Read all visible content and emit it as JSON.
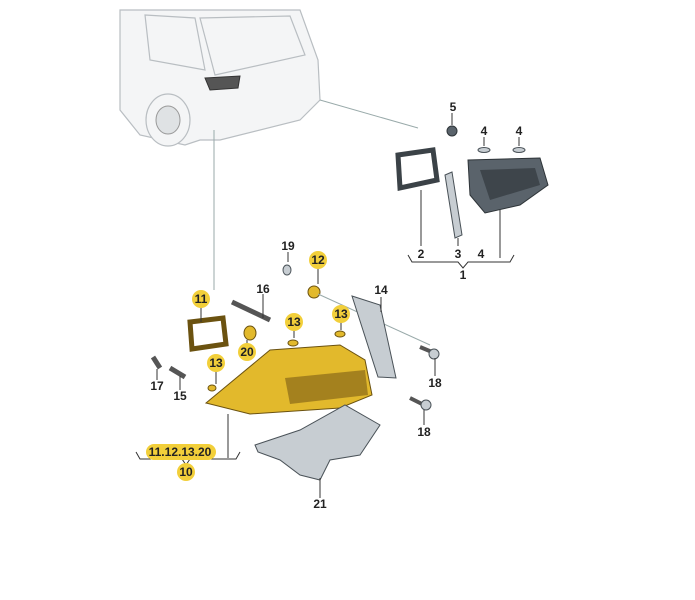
{
  "diagram": {
    "title": "Rear light assembly exploded parts diagram",
    "colors": {
      "highlight": "#f2cf3a",
      "lamp": "#e2b92c",
      "part": "#c7cdd2"
    },
    "labels": {
      "p5": "5",
      "p4a": "4",
      "p4b": "4",
      "p2": "2",
      "p3": "3",
      "p4c": "4",
      "p1": "1",
      "p19": "19",
      "p12": "12",
      "p16": "16",
      "p14": "14",
      "p11": "11",
      "p13a": "13",
      "p13b": "13",
      "p13c": "13",
      "p20": "20",
      "p17": "17",
      "p15": "15",
      "p18a": "18",
      "p18b": "18",
      "group": "11.12.13.20",
      "p10": "10",
      "p21": "21"
    }
  }
}
